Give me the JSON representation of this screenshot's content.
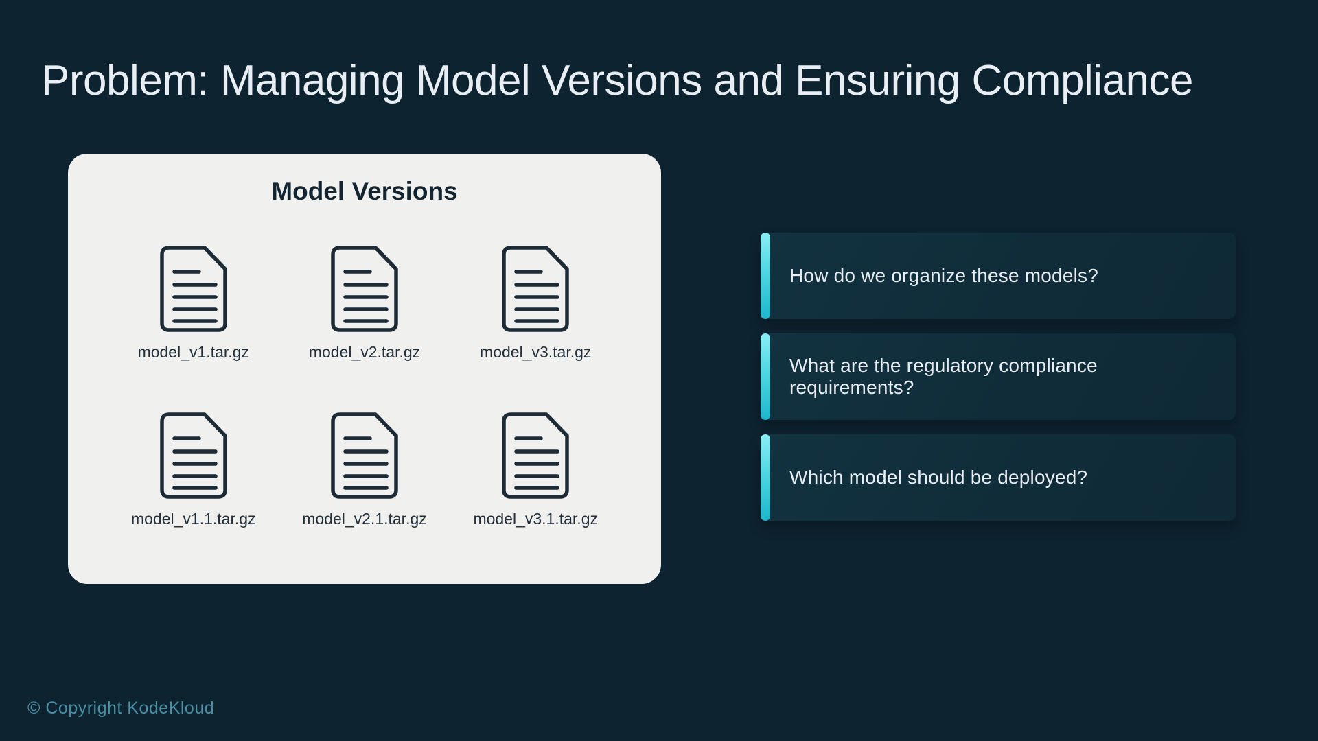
{
  "slide": {
    "title": "Problem: Managing Model Versions and Ensuring Compliance",
    "footer": "© Copyright KodeKloud"
  },
  "model_versions": {
    "title": "Model Versions",
    "files": [
      "model_v1.tar.gz",
      "model_v2.tar.gz",
      "model_v3.tar.gz",
      "model_v1.1.tar.gz",
      "model_v2.1.tar.gz",
      "model_v3.1.tar.gz"
    ]
  },
  "questions": [
    "How do we organize these models?",
    "What are the regulatory compliance requirements?",
    "Which model should be deployed?"
  ],
  "icons": {
    "file": "document-icon"
  },
  "colors": {
    "background": "#0d2330",
    "card_background": "#f0f0ee",
    "card_title_text": "#132531",
    "icon_stroke": "#1c2b35",
    "question_box_background": "#113040",
    "accent_bar_top": "#8aeef5",
    "accent_bar_bottom": "#1db6cc",
    "title_text": "#e8eef3",
    "question_text": "#e7edf2",
    "copyright_text": "#4b8fa4"
  }
}
